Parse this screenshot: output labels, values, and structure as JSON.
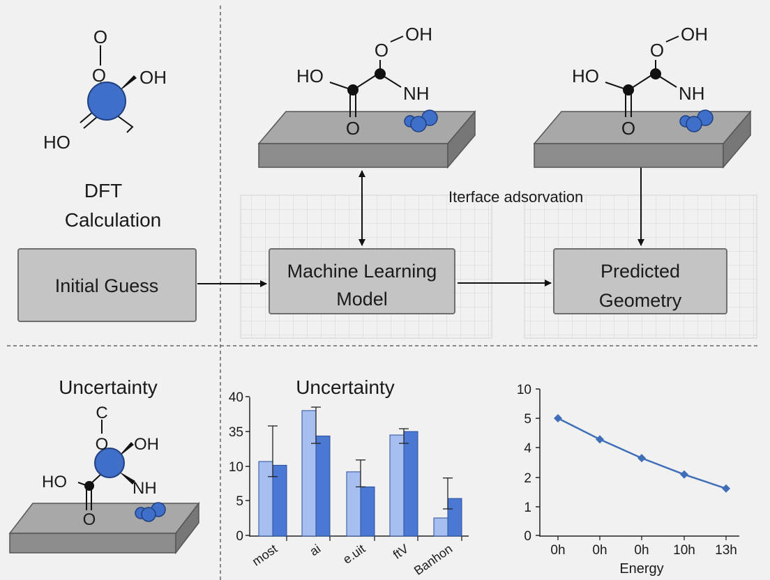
{
  "top_left": {
    "molecule": {
      "o_top": "O",
      "o_mid": "O",
      "oh": "OH",
      "ho": "HO"
    },
    "title_line1": "DFT",
    "title_line2": "Calculation"
  },
  "boxes": {
    "initial_guess": "Initial Guess",
    "ml_model_line1": "Machine Learning",
    "ml_model_line2": "Model",
    "predicted_line1": "Predicted",
    "predicted_line2": "Geometry"
  },
  "surface_molecule": {
    "oh": "OH",
    "o_peroxo": "O",
    "ho": "HO",
    "nh": "NH",
    "o_carbonyl": "O"
  },
  "interface_label": "Iterface  adsorvation",
  "bottom_left": {
    "title": "Uncertainty",
    "molecule": {
      "c": "C",
      "o": "O",
      "oh": "OH",
      "ho": "HO",
      "nh": "NH",
      "o_bottom": "O"
    }
  },
  "colors": {
    "atom_blue": "#3f6fc9",
    "bar_light": "#a7bff0",
    "bar_dark": "#4a78d2",
    "line_blue": "#3f6fb9",
    "box_fill": "#c4c4c4",
    "slab_top": "#a8a8a8",
    "slab_front": "#8c8c8c"
  },
  "chart_data": [
    {
      "type": "bar",
      "title": "Uncertainty",
      "categories": [
        "most",
        "ai",
        "e.uit",
        "ftV",
        "Banhon"
      ],
      "y_tick_labels": [
        "0",
        "5",
        "10",
        "35",
        "40"
      ],
      "series": [
        {
          "values": [
            13.5,
            38,
            9.2,
            32.5,
            2.5
          ]
        },
        {
          "values": [
            10.8,
            31.8,
            7,
            35,
            5.3
          ]
        }
      ],
      "error_high": [
        35.8,
        38.5,
        14.6,
        35.4,
        8.3
      ],
      "error_low": [
        8.5,
        26.5,
        7.0,
        26.5,
        3.8
      ]
    },
    {
      "type": "line",
      "xlabel": "Energy",
      "categories": [
        "0h",
        "0h",
        "0h",
        "10h",
        "13h"
      ],
      "y_tick_labels": [
        "0",
        "1",
        "2",
        "4",
        "5",
        "10"
      ],
      "series": [
        {
          "values": [
            5.0,
            4.1,
            3.3,
            2.6,
            2.0
          ]
        }
      ]
    }
  ]
}
